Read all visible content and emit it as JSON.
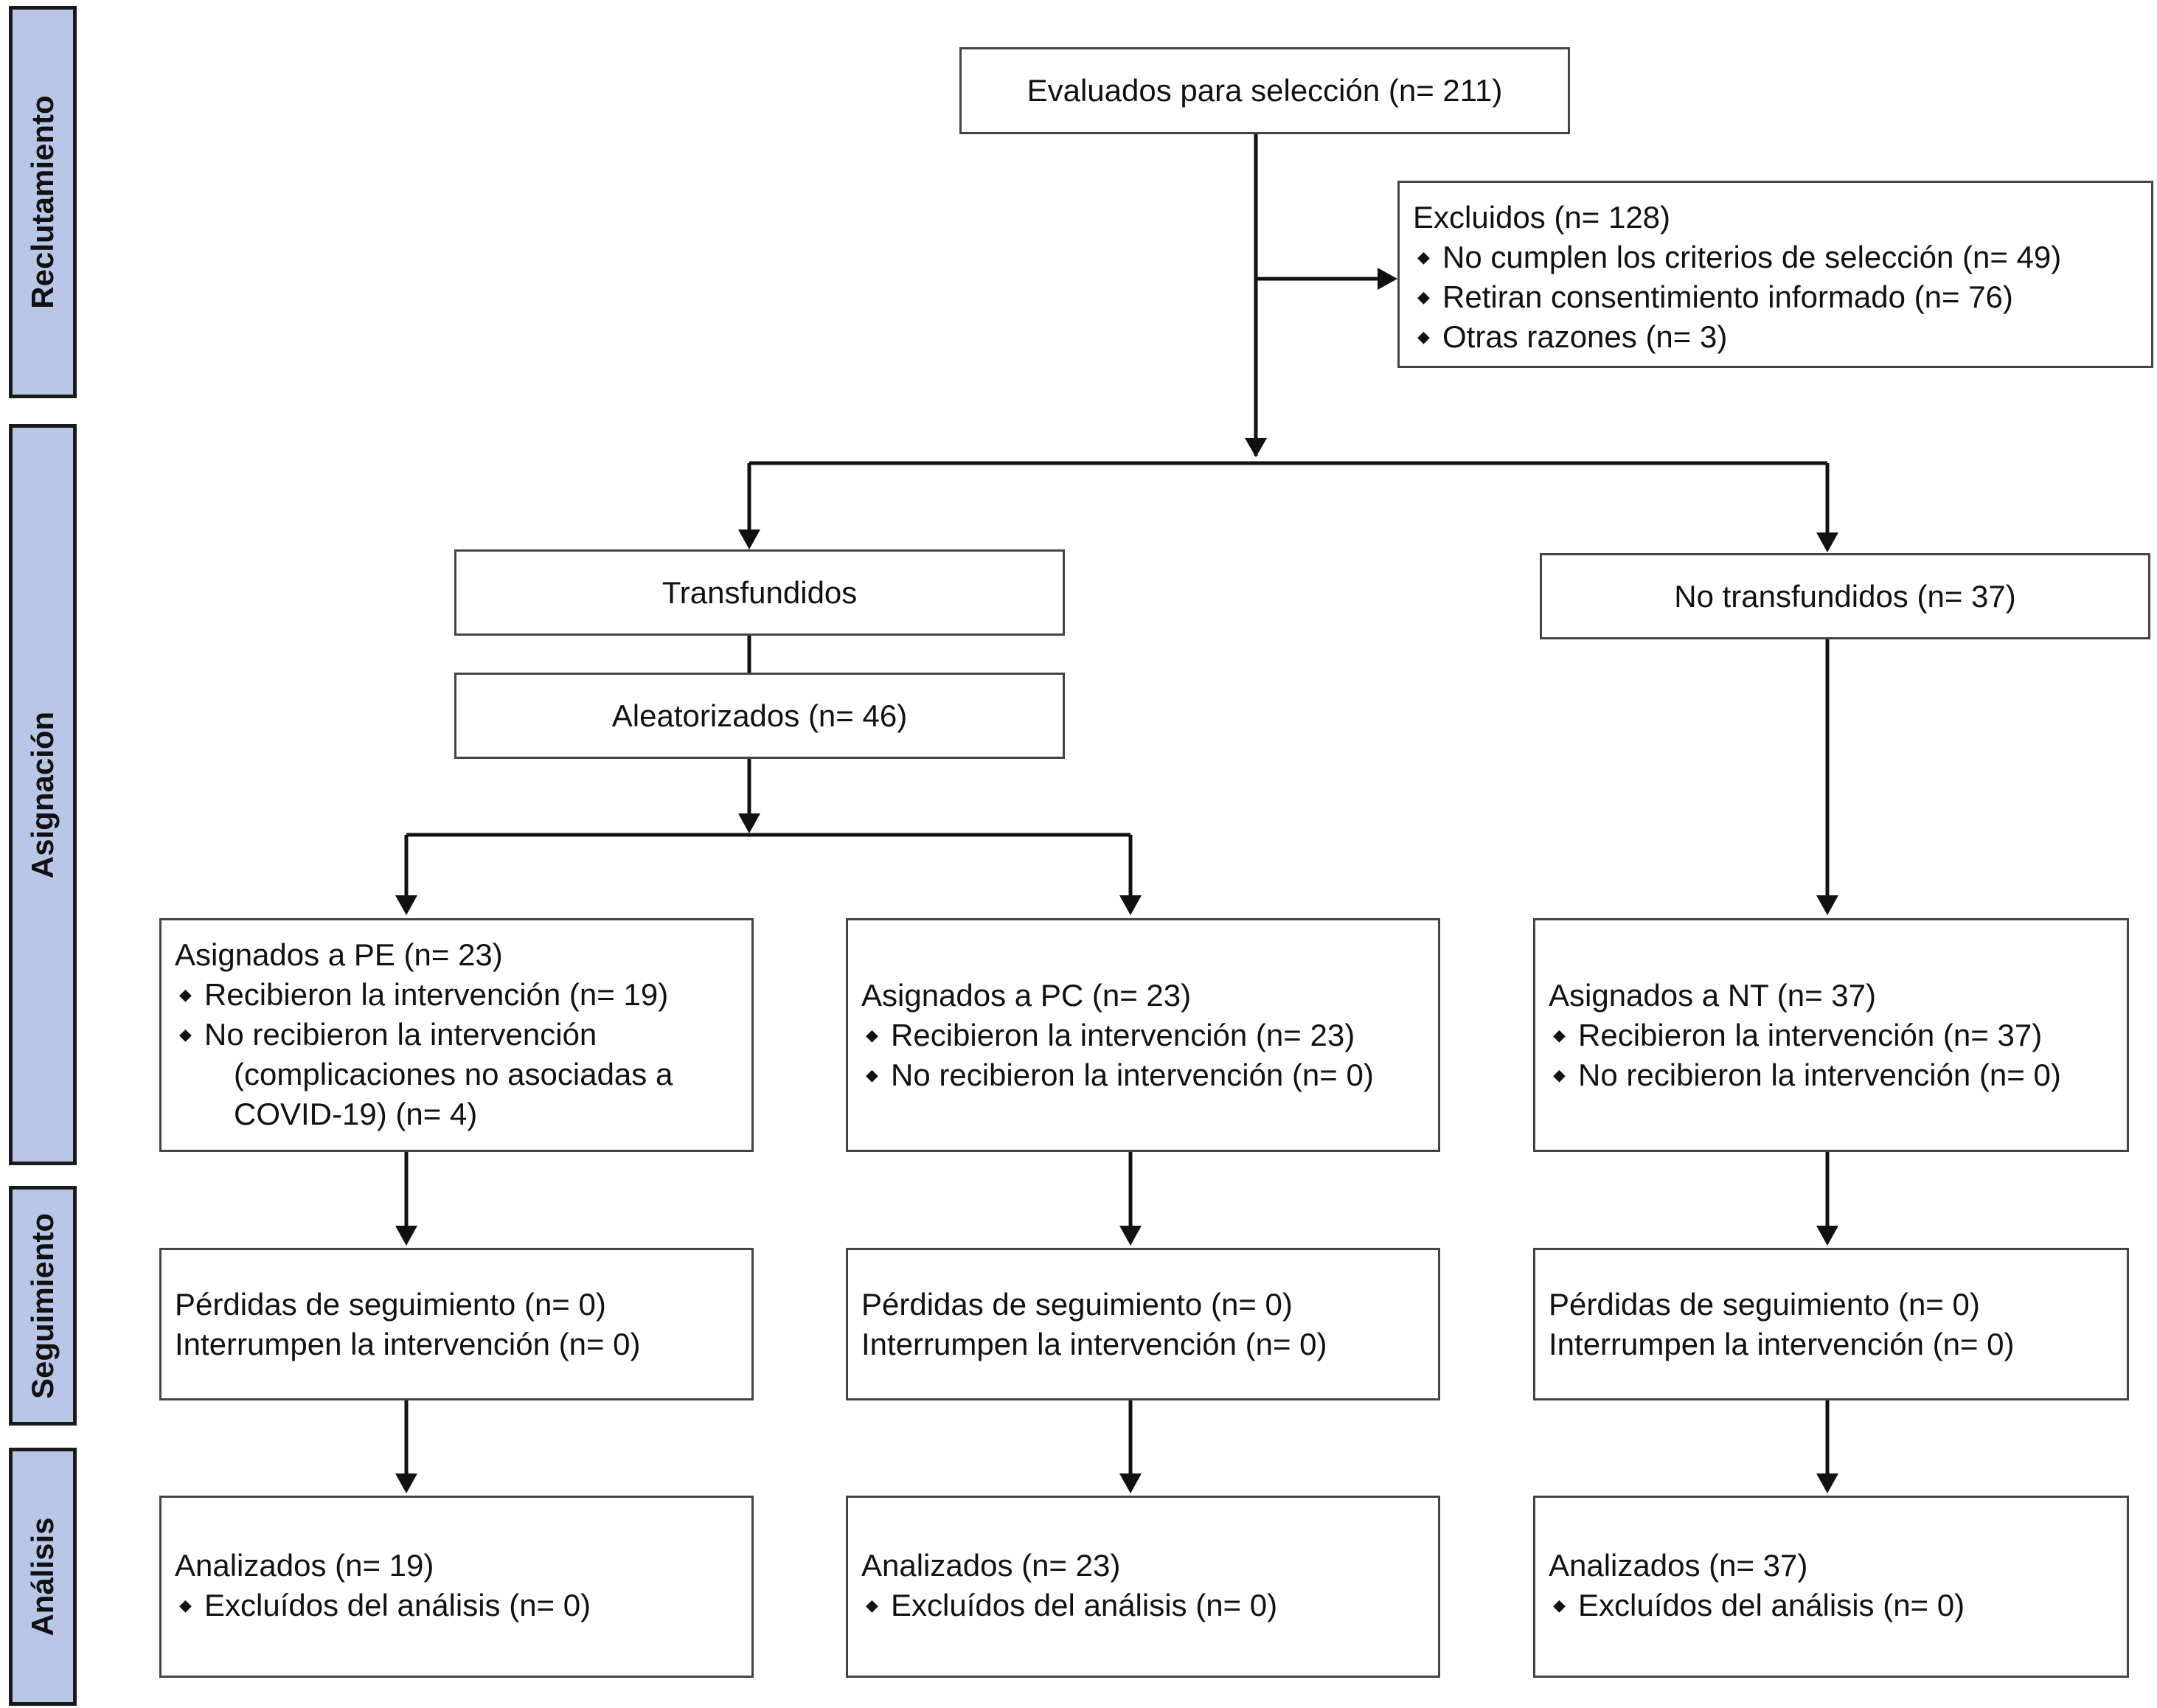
{
  "stages": {
    "reclutamiento": "Reclutamiento",
    "asignacion": "Asignación",
    "seguimiento": "Seguimiento",
    "analisis": "Análisis"
  },
  "evaluados": "Evaluados para selección (n= 211)",
  "excluidos": {
    "title": "Excluidos  (n= 128)",
    "items": [
      "No cumplen los criterios de selección (n= 49)",
      "Retiran consentimiento informado (n= 76)",
      "Otras razones (n= 3)"
    ]
  },
  "transfundidos": "Transfundidos",
  "no_transfundidos": "No transfundidos (n= 37)",
  "aleatorizados": "Aleatorizados (n= 46)",
  "pe": {
    "title": "Asignados a PE (n= 23)",
    "items": [
      "Recibieron la intervención (n= 19)",
      "No recibieron la intervención"
    ],
    "cont": [
      "(complicaciones no asociadas a",
      "COVID-19) (n= 4)"
    ],
    "follow_lost": "Pérdidas de seguimiento (n= 0)",
    "follow_interrupt": "Interrumpen la intervención (n= 0)",
    "analyzed": "Analizados (n= 19)",
    "excluded": "Excluídos del análisis (n= 0)"
  },
  "pc": {
    "title": "Asignados a PC (n= 23)",
    "items": [
      "Recibieron la intervención (n=  23)",
      "No recibieron la intervención (n=  0)"
    ],
    "follow_lost": "Pérdidas de seguimiento (n= 0)",
    "follow_interrupt": "Interrumpen la intervención (n= 0)",
    "analyzed": "Analizados (n= 23)",
    "excluded": "Excluídos del análisis (n= 0)"
  },
  "nt": {
    "title": "Asignados a NT (n= 37)",
    "items": [
      "Recibieron la intervención (n= 37)",
      "No recibieron la intervención (n= 0)"
    ],
    "follow_lost": "Pérdidas de seguimiento (n= 0)",
    "follow_interrupt": "Interrumpen la intervención (n= 0)",
    "analyzed": "Analizados (n= 37)",
    "excluded": "Excluídos del análisis (n= 0)"
  },
  "colors": {
    "stage_fill": "#b8c7e6",
    "line": "#111111",
    "border": "#444444"
  }
}
